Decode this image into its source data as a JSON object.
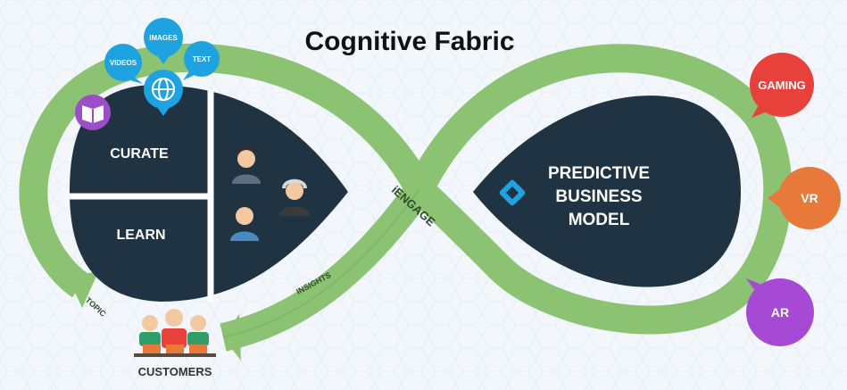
{
  "title": "Cognitive Fabric",
  "left_loop": {
    "curate": "CURATE",
    "learn": "LEARN"
  },
  "right_loop": {
    "line1": "PREDICTIVE",
    "line2": "BUSINESS",
    "line3": "MODEL"
  },
  "band_labels": {
    "iengage": "iENGAGE",
    "insights": "INSIGHTS",
    "topic": "TOPIC"
  },
  "content_types": {
    "videos": "VIDEOS",
    "images": "IMAGES",
    "text": "TEXT"
  },
  "customers": "CUSTOMERS",
  "channels": {
    "gaming": "GAMING",
    "vr": "VR",
    "ar": "AR"
  },
  "colors": {
    "band": "#8cc372",
    "band_dark": "#6aa455",
    "navy": "#1f3343",
    "blue": "#1ea3e0",
    "purple": "#9c4dc8",
    "red": "#e8413b",
    "orange": "#e8793a",
    "ar_purple": "#a64ad6"
  },
  "icons": [
    "book-icon",
    "globe-icon",
    "woman-icon",
    "man-icon",
    "elder-icon",
    "logo-icon",
    "customers-icon"
  ]
}
